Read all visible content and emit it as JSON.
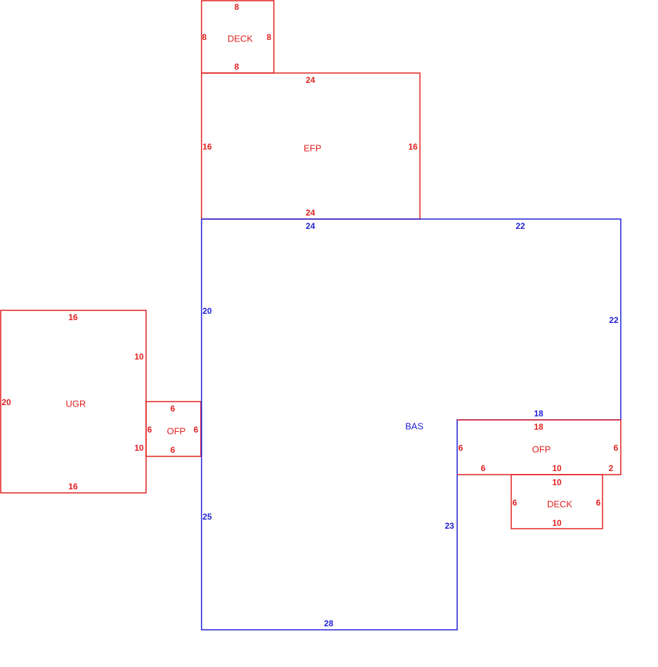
{
  "colors": {
    "addition": "#e0201f",
    "base": "#1f1fd6"
  },
  "areas": {
    "deck_top": {
      "label": "DECK",
      "top": "8",
      "bottom": "8",
      "left": "8",
      "right": "8"
    },
    "efp": {
      "label": "EFP",
      "top": "24",
      "bottom": "24",
      "left": "16",
      "right": "16"
    },
    "bas": {
      "label": "BAS",
      "top_left": "24",
      "top_right": "22",
      "left_upper": "20",
      "left_lower": "25",
      "right": "22",
      "notch_top": "18",
      "notch_side": "23",
      "bottom": "28"
    },
    "ugr": {
      "label": "UGR",
      "top": "16",
      "bottom": "16",
      "left": "20",
      "right_upper": "10",
      "right_lower": "10"
    },
    "ofp_left": {
      "label": "OFP",
      "top": "6",
      "bottom": "6",
      "left": "6",
      "right": "6"
    },
    "ofp_right": {
      "label": "OFP",
      "top": "18",
      "left": "6",
      "right": "6",
      "bottom_left": "6",
      "bottom_mid": "10",
      "bottom_right": "2"
    },
    "deck_bottom": {
      "label": "DECK",
      "top": "10",
      "bottom": "10",
      "left": "6",
      "right": "6"
    }
  }
}
